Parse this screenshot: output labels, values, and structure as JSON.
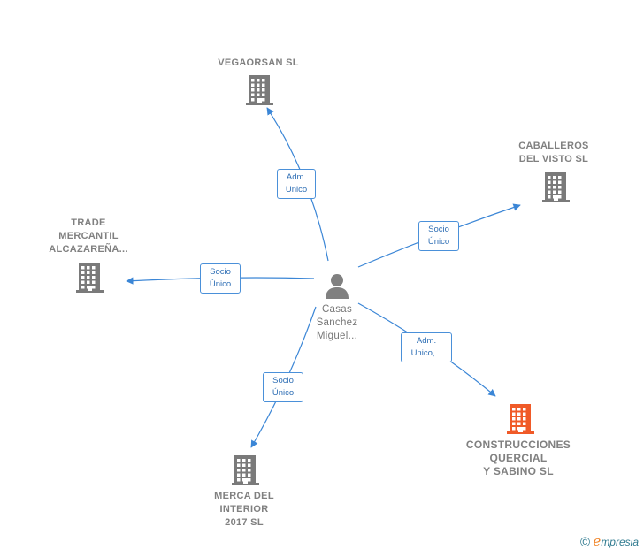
{
  "graph": {
    "center": {
      "name_lines": [
        "Casas",
        "Sanchez",
        "Miguel..."
      ],
      "icon": "person-icon"
    },
    "companies": [
      {
        "id": "vegaorsan",
        "name_lines": [
          "VEGAORSAN SL"
        ],
        "icon": "building-icon",
        "color": "#7a7a7a"
      },
      {
        "id": "caballeros",
        "name_lines": [
          "CABALLEROS",
          "DEL VISTO SL"
        ],
        "icon": "building-icon",
        "color": "#7a7a7a"
      },
      {
        "id": "trade",
        "name_lines": [
          "TRADE",
          "MERCANTIL",
          "ALCAZAREÑA..."
        ],
        "icon": "building-icon",
        "color": "#7a7a7a"
      },
      {
        "id": "construcciones",
        "name_lines": [
          "CONSTRUCCIONES",
          "QUERCIAL",
          "Y SABINO  SL"
        ],
        "icon": "building-icon",
        "color": "#f05a28"
      },
      {
        "id": "merca",
        "name_lines": [
          "MERCA DEL",
          "INTERIOR",
          "2017  SL"
        ],
        "icon": "building-icon",
        "color": "#7a7a7a"
      }
    ],
    "edges": [
      {
        "to": "vegaorsan",
        "label_lines": [
          "Adm.",
          "Unico"
        ]
      },
      {
        "to": "caballeros",
        "label_lines": [
          "Socio",
          "Único"
        ]
      },
      {
        "to": "trade",
        "label_lines": [
          "Socio",
          "Único"
        ]
      },
      {
        "to": "construcciones",
        "label_lines": [
          "Adm.",
          "Unico,..."
        ]
      },
      {
        "to": "merca",
        "label_lines": [
          "Socio",
          "Único"
        ]
      }
    ],
    "edge_color": "#3b86d6"
  },
  "footer": {
    "copyright_symbol": "©",
    "brand_initial": "e",
    "brand_rest": "mpresia"
  }
}
